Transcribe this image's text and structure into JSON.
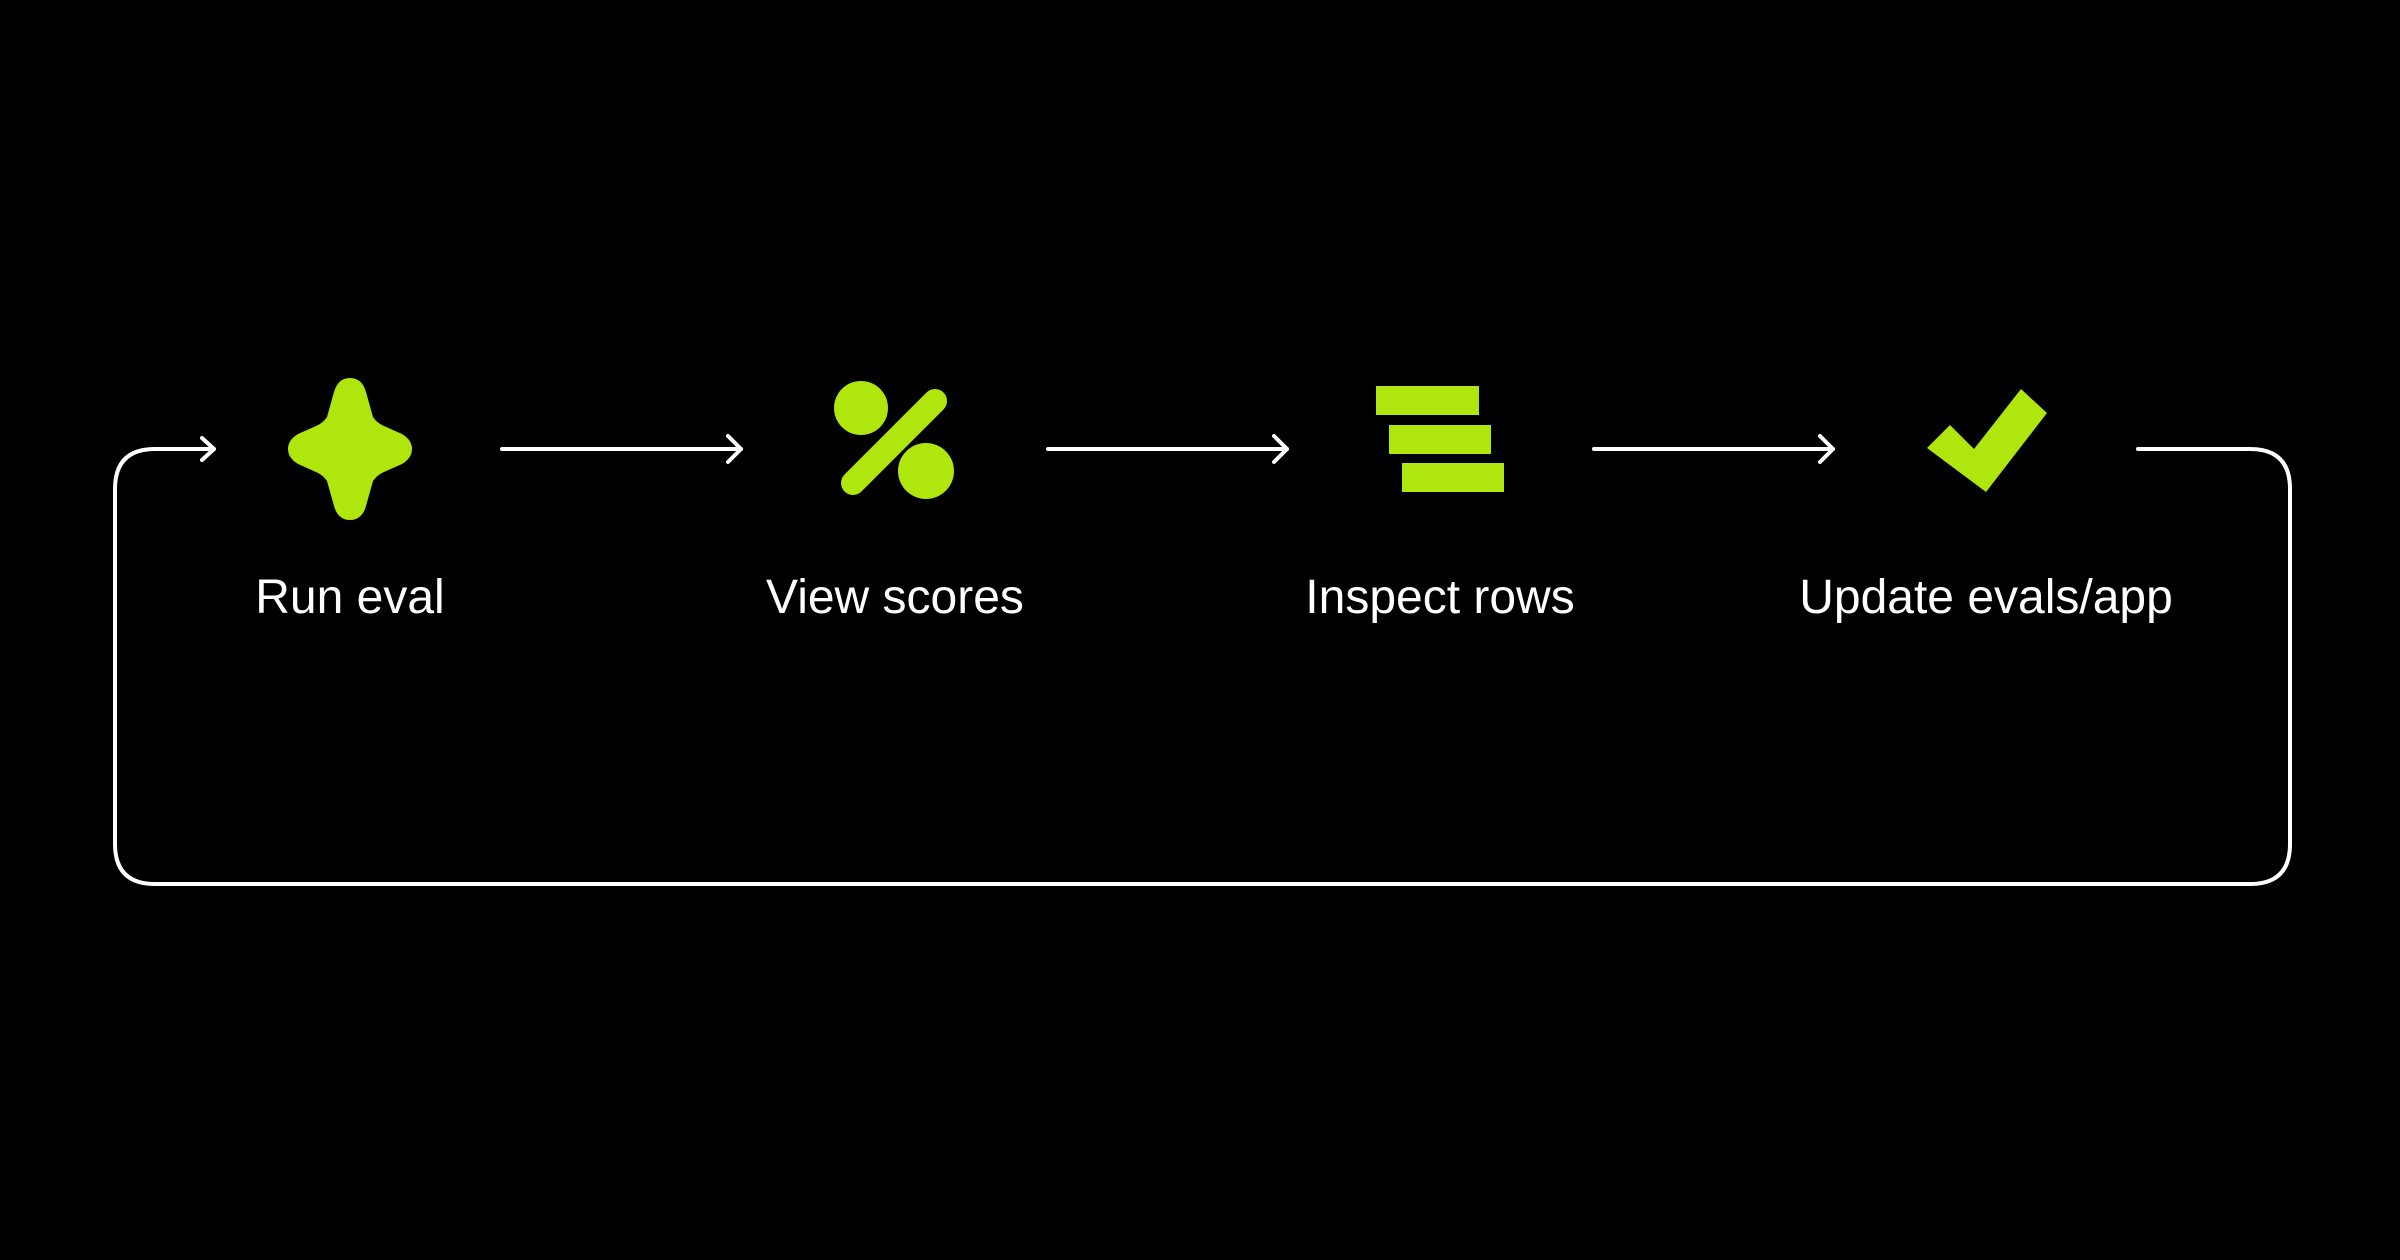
{
  "colors": {
    "background": "#000000",
    "accent": "#aee60d",
    "line": "#ffffff",
    "text": "#ffffff"
  },
  "steps": [
    {
      "label": "Run eval",
      "icon": "sparkle-icon"
    },
    {
      "label": "View scores",
      "icon": "percent-icon"
    },
    {
      "label": "Inspect rows",
      "icon": "rows-icon"
    },
    {
      "label": "Update evals/app",
      "icon": "checkmark-icon"
    }
  ]
}
